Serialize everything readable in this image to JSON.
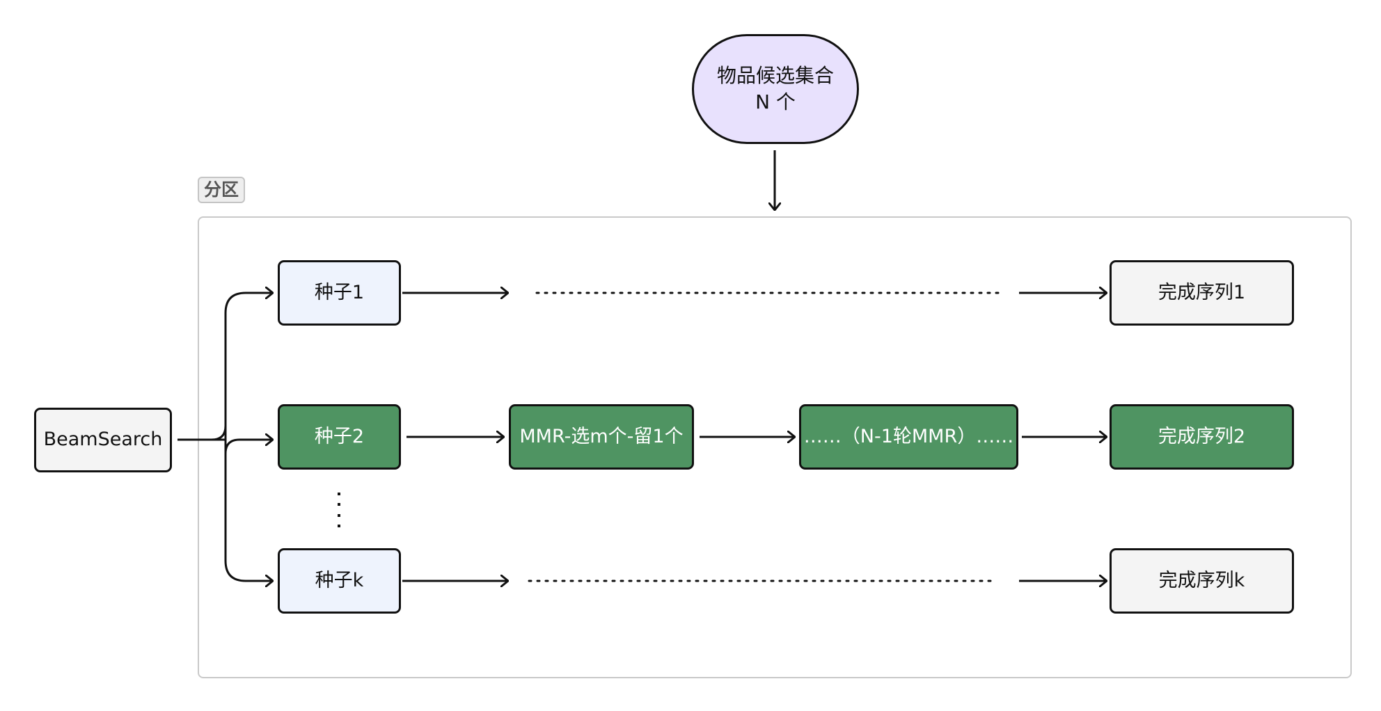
{
  "colors": {
    "stroke": "#111111",
    "seed_fill": "#eef3fd",
    "plain_fill": "#f4f4f4",
    "highlight_fill": "#4f9462",
    "candidate_fill": "#e8e1fd",
    "frame_border": "#c9c9c9"
  },
  "candidates": {
    "line1": "物品候选集合",
    "line2": "N 个"
  },
  "partition": {
    "label": "分区"
  },
  "source": {
    "label": "BeamSearch"
  },
  "seeds": [
    {
      "label": "种子1"
    },
    {
      "label": "种子2"
    },
    {
      "label": "种子k"
    }
  ],
  "steps": {
    "mmr": "MMR-选m个-留1个",
    "rounds": "……（N-1轮MMR）……"
  },
  "results": [
    {
      "label": "完成序列1"
    },
    {
      "label": "完成序列2"
    },
    {
      "label": "完成序列k"
    }
  ]
}
